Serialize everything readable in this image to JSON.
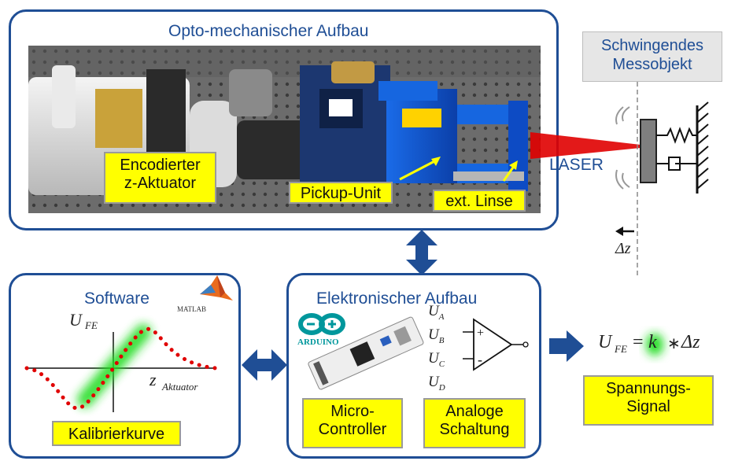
{
  "opto": {
    "title": "Opto-mechanischer Aufbau",
    "label_encoder_1": "Encodierter",
    "label_encoder_2": "z-Aktuator",
    "label_pickup": "Pickup-Unit",
    "label_lens": "ext. Linse"
  },
  "laser": "LASER",
  "object": {
    "line1": "Schwingendes",
    "line2": "Messobjekt",
    "delta": "Δz"
  },
  "software": {
    "title": "Software",
    "matlab": "MATLAB",
    "y_label": "U",
    "y_sub": "FE",
    "x_label": "z",
    "x_sub": "Aktuator",
    "curve_label": "Kalibrierkurve"
  },
  "electronics": {
    "title": "Elektronischer Aufbau",
    "arduino": "ARDUINO",
    "inputs": [
      {
        "main": "U",
        "sub": "A"
      },
      {
        "main": "U",
        "sub": "B"
      },
      {
        "main": "U",
        "sub": "C"
      },
      {
        "main": "U",
        "sub": "D"
      }
    ],
    "plus": "+",
    "minus": "-",
    "mc_1": "Micro-",
    "mc_2": "Controller",
    "analog_1": "Analoge",
    "analog_2": "Schaltung"
  },
  "output": {
    "eq_u": "U",
    "eq_sub": "FE",
    "eq_eq": "=",
    "eq_k": "k",
    "eq_star": "∗",
    "eq_dz": "Δz",
    "signal_1": "Spannungs-",
    "signal_2": "Signal"
  },
  "colors": {
    "accent": "#1f4e95",
    "label_bg": "#ffff00",
    "laser": "#e00000",
    "curve": "#e00000",
    "glow": "#22dd22"
  }
}
